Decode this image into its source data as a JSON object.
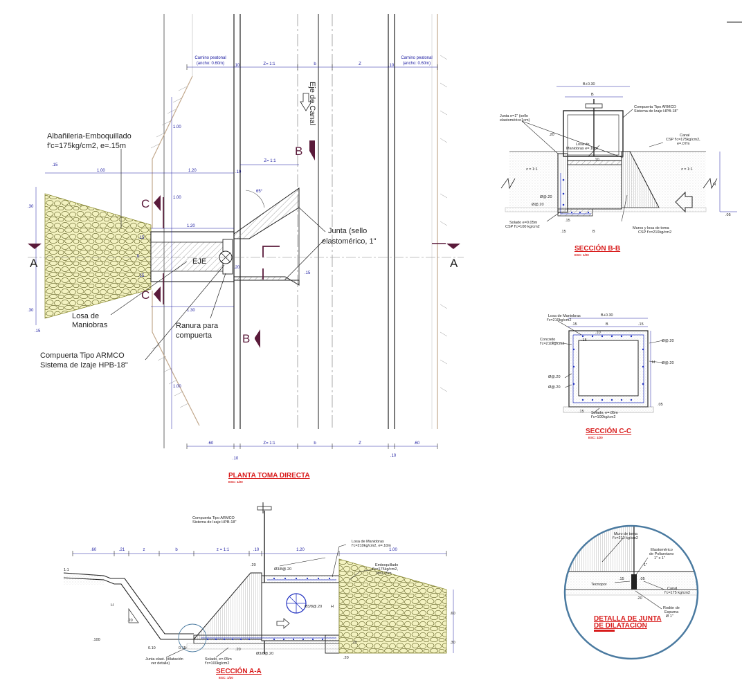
{
  "colors": {
    "line": "#333333",
    "dim": "#1a1aa0",
    "title": "#d81b1b",
    "cut_marker": "#5a1a3a",
    "stone_fill": "#f3f2c0",
    "stone_stroke": "#8a8a30",
    "rebar": "#2030c0",
    "hatch": "#777777",
    "earth": "#c2a88c"
  },
  "plan": {
    "title": "PLANTA TOMA DIRECTA",
    "scale": "ESC: 1/20",
    "top_dims": [
      "Camino peatonal",
      "(ancho: 0.60m)",
      ".10",
      "Z= 1:1",
      "b",
      "Z",
      ".10",
      "Camino peatonal",
      "(ancho: 0.60m)"
    ],
    "bottom_dims": [
      ".60",
      "Z= 1:1",
      "b",
      "Z",
      ".60",
      ".10",
      ".10"
    ],
    "canal_axis": "Eje de Canal",
    "dims_left": [
      ".15",
      "1.00",
      "1.20",
      ".30",
      ".15",
      ".15",
      ".30",
      ".15",
      "1.00",
      "1.20",
      "1.30",
      "1.00",
      "1.00"
    ],
    "dim_z11": "Z= 1:1",
    "dim_10": ".10",
    "angle": "65°",
    "axis_label": "EJE",
    "dim_20": ".20",
    "dim_15": ".15",
    "dim_b": "b",
    "labels": {
      "albanileria_1": "Albañileria-Emboquillado",
      "albanileria_2": "f'c=175kg/cm2, e=.15m",
      "losa_1": "Losa de",
      "losa_2": "Maniobras",
      "ranura_1": "Ranura para",
      "ranura_2": "compuerta",
      "compuerta_1": "Compuerta Tipo ARMCO",
      "compuerta_2": "Sistema de Izaje HPB-18\"",
      "junta_1": "Junta (sello",
      "junta_2": "elastomérico, 1\""
    },
    "cut_markers": [
      "A",
      "A",
      "B",
      "B",
      "C",
      "C"
    ]
  },
  "section_bb": {
    "title": "SECCIÓN B-B",
    "scale": "ESC: 1/20",
    "labels": {
      "b_total": "B+0.30",
      "b": "B",
      "compuerta_1": "Compuerta Tipo ARMCO",
      "compuerta_2": "Sistema de Izaje HPB-18\"",
      "junta_1": "Junta e=1\" (sello",
      "junta_2": "elastomérico1cm)",
      "losa_1": "Losa de",
      "losa_2": "Maniobras e=.10m",
      "canal_1": "Canal",
      "canal_2": "CSP f'c=175kg/cm2,",
      "canal_3": "e=.07m",
      "z_left": "z = 1:1",
      "z_right": "z = 1:1",
      "rebar_1": "Ø@.20",
      "rebar_2": "Ø@.20",
      "solado_1": "Solado e=0.05m",
      "solado_2": "CSP f'c=100 kg/cm2",
      "muros_1": "Muros y losa de toma",
      "muros_2": "CSP f'c=210kg/cm2",
      "dim_15a": ".15",
      "dim_15b": ".15",
      "dim_b": "B",
      "dim_h": "H",
      "dim_05": ".05",
      "dim_10": ".10",
      "dim_20": ".20"
    }
  },
  "section_cc": {
    "title": "SECCIÓN C-C",
    "scale": "ESC: 1/20",
    "labels": {
      "b_total": "B+0.30",
      "b": "B",
      "dim_15a": ".15",
      "dim_15b": ".15",
      "dim_15c": ".15",
      "dim_15d": ".15",
      "dim_10": ".10",
      "losa_1": "Losa de Maniobras",
      "losa_2": "f'c=210kg/cm2",
      "concreto_1": "Concreto",
      "concreto_2": "f'c=210kg/cm2",
      "rebar_r1": "Ø@.20",
      "rebar_r2": "Ø@.20",
      "rebar_l1": "Ø@.20",
      "rebar_l2": "Ø@.20",
      "dim_h": "H",
      "dim_05": ".05",
      "solado_1": "Solado, e=.05m",
      "solado_2": "f'c=100kg/cm2"
    }
  },
  "section_aa": {
    "title": "SECCIÓN A-A",
    "scale": "ESC: 1/20",
    "top_dims": [
      ".60",
      ".21",
      "z",
      "b",
      "z = 1:1",
      ".10",
      "1.20",
      "1.00"
    ],
    "labels": {
      "compuerta_1": "Compuerta Tipo ARMCO",
      "compuerta_2": "Sistema de Izaje HPB-18\"",
      "losa_1": "Losa de Maniobras",
      "losa_2": "f'c=210kg/cm2, e=.10m",
      "empo_1": "Emboquillado",
      "empo_2": "f'c=175kg/cm2,",
      "empo_3": "e=0.15m",
      "slope": "1:1",
      "dim_h": "H",
      "dim_h2": "H",
      "dim_100": ".100",
      "dim_010": "0.10",
      "dim_015": "0.15",
      "dim_20a": ".20",
      "dim_20b": ".20",
      "dim_60": ".60",
      "dim_30": ".30",
      "dim_20c": ".20",
      "dim_20d": ".20",
      "dim_20e": ".20",
      "rebar_top": "Ø3/8@.20",
      "rebar_mid": "Ø3/8@.20",
      "rebar_bot": "Ø3/8@.20",
      "junta_1": "Junta elast. (dilatación",
      "junta_2": "ver detalle)",
      "solado_1": "Solado, e=.05m",
      "solado_2": "f'c=100kg/cm2"
    }
  },
  "detalle": {
    "title_1": "DETALLA DE JUNTA",
    "title_2": "DE DILATACION",
    "labels": {
      "muro_1": "Muro de toma",
      "muro_2": "f'c=210 kg/cm2",
      "elast_1": "Elastomérico",
      "elast_2": "de Poliuretano",
      "elast_3": "1\" x 1\"",
      "tecnopor": "Tecnopor",
      "canal_1": "Canal,",
      "canal_2": "f'c=175 kg/cm2",
      "rodon_1": "Rodón de",
      "rodon_2": "Espuma",
      "rodon_3": "Ø 1\"",
      "dim_15": ".15",
      "dim_05": ".05",
      "dim_20": ".20",
      "dim_1": "1\""
    }
  }
}
